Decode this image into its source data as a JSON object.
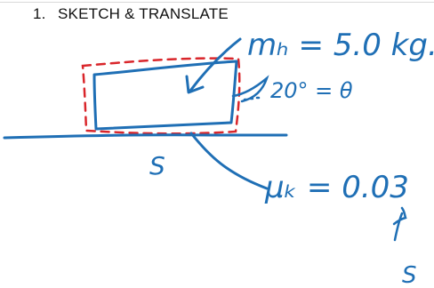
{
  "heading": {
    "number": "1.",
    "title": "SKETCH & TRANSLATE"
  },
  "annotations": {
    "mass": "mₕ = 5.0 kg.",
    "angle": "20° = θ",
    "surface_label": "S",
    "friction": "μₖ = 0.03",
    "arrow_tail": "S"
  },
  "colors": {
    "ink_blue": "#1f6fb5",
    "ink_red": "#d9262b",
    "text": "#111111"
  }
}
